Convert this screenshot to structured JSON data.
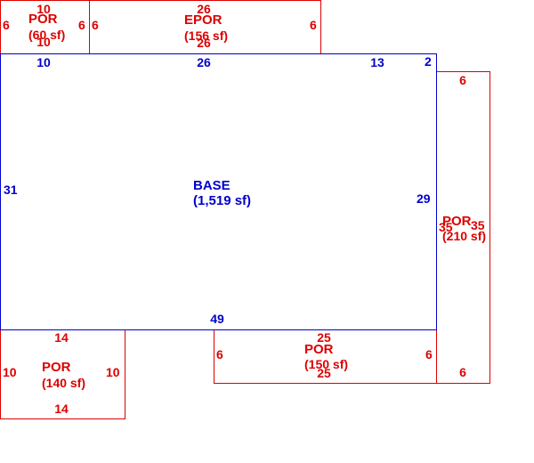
{
  "colors": {
    "base": "#0000cc",
    "addition": "#dd0000",
    "background": "#ffffff"
  },
  "areas": [
    {
      "id": "base",
      "name": "BASE",
      "area": "(1,519 sf)",
      "kind": "base",
      "dims": [
        "10",
        "26",
        "13",
        "2",
        "31",
        "29",
        "49"
      ]
    },
    {
      "id": "por-top-left",
      "name": "POR",
      "area": "(60 sf)",
      "kind": "addition",
      "dims": [
        "10",
        "10",
        "6",
        "6"
      ]
    },
    {
      "id": "epor-top",
      "name": "EPOR",
      "area": "(156 sf)",
      "kind": "addition",
      "dims": [
        "26",
        "26",
        "6",
        "6"
      ]
    },
    {
      "id": "por-right",
      "name": "POR",
      "area": "(210 sf)",
      "kind": "addition",
      "dims": [
        "6",
        "6",
        "35",
        "35"
      ]
    },
    {
      "id": "por-bottom-left",
      "name": "POR",
      "area": "(140 sf)",
      "kind": "addition",
      "dims": [
        "14",
        "14",
        "10",
        "10"
      ]
    },
    {
      "id": "por-bottom-right",
      "name": "POR",
      "area": "(150 sf)",
      "kind": "addition",
      "dims": [
        "25",
        "25",
        "6",
        "6"
      ]
    }
  ]
}
